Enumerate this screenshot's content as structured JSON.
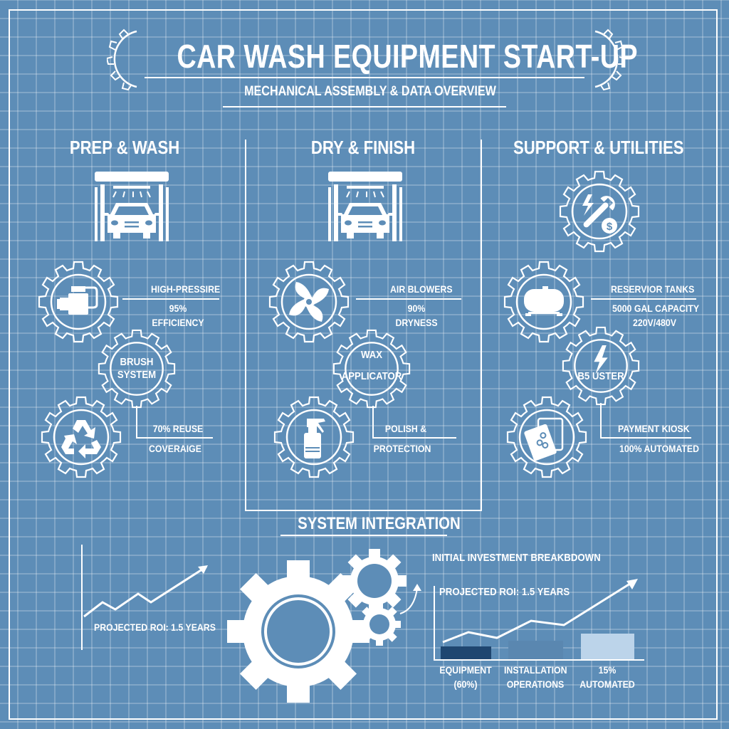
{
  "header": {
    "title": "CAR WASH EQUIPMENT START-UP",
    "subtitle": "MECHANICAL ASSEMBLY & DATA OVERVIEW"
  },
  "columns": [
    {
      "heading": "PREP & WASH",
      "icon": "car-wash-icon",
      "items": [
        {
          "icon": "pump-icon",
          "label": "HIGH-PRESSIRE",
          "lines": [
            "95%",
            "EFFICIENCY"
          ]
        },
        {
          "icon": "gear-icon",
          "gear_text": [
            "BRUSH",
            "SYSTEM"
          ]
        },
        {
          "icon": "recycle-icon",
          "label": "70% REUSE",
          "lines": [
            "COVERAIGE"
          ]
        }
      ]
    },
    {
      "heading": "DRY & FINISH",
      "icon": "car-wash-icon",
      "items": [
        {
          "icon": "fan-icon",
          "label": "AIR BLOWERS",
          "lines": [
            "90%",
            "DRYNESS"
          ]
        },
        {
          "icon": "gear-icon",
          "gear_text": [
            "WAX",
            "APPLICATOR"
          ]
        },
        {
          "icon": "spray-bottle-icon",
          "label": "POLISH &",
          "lines": [
            "PROTECTION"
          ]
        }
      ]
    },
    {
      "heading": "SUPPORT & UTILITIES",
      "icon": "wrench-bolt-dollar-icon",
      "items": [
        {
          "icon": "tank-icon",
          "label": "RESERVIOR TANKS",
          "lines": [
            "5000 GAL CAPACITY",
            "220V/480V"
          ]
        },
        {
          "icon": "lightning-icon",
          "gear_text": [
            "B5 USTER"
          ]
        },
        {
          "icon": "payment-card-icon",
          "label": "PAYMENT KIOSK",
          "lines": [
            "100% AUTOMATED"
          ]
        }
      ]
    }
  ],
  "integration": {
    "heading": "SYSTEM INTEGRATION",
    "left_caption": "PROJECTED ROI: 1.5 YEARS",
    "chart_title": "INITIAL INVESTMENT BREAKBDOWN",
    "chart_caption": "PROJECTED ROI: 1.5 YEARS"
  },
  "chart_data": {
    "type": "bar",
    "title": "INITIAL INVESTMENT BREAKBDOWN",
    "subtitle": "PROJECTED ROI: 1.5 YEARS",
    "categories": [
      "EQUIPMENT (60%)",
      "INSTALLATION OPERATIONS",
      "15% AUTOMATED"
    ],
    "category_lines": [
      [
        "EQUIPMENT",
        "(60%)"
      ],
      [
        "INSTALLATION",
        "OPERATIONS"
      ],
      [
        "15%",
        "AUTOMATED"
      ]
    ],
    "values": [
      18,
      27,
      38
    ],
    "bar_colors": [
      "#1f4670",
      "#5a87b0",
      "#bcd4ea"
    ],
    "trend_line": [
      30,
      45,
      40,
      60,
      57,
      100
    ],
    "xlabel": "",
    "ylabel": "",
    "grid": true
  },
  "colors": {
    "background": "#5d8db7",
    "line": "#ffffff",
    "bar_dark": "#1f4670",
    "bar_mid": "#5a87b0",
    "bar_light": "#bcd4ea"
  }
}
